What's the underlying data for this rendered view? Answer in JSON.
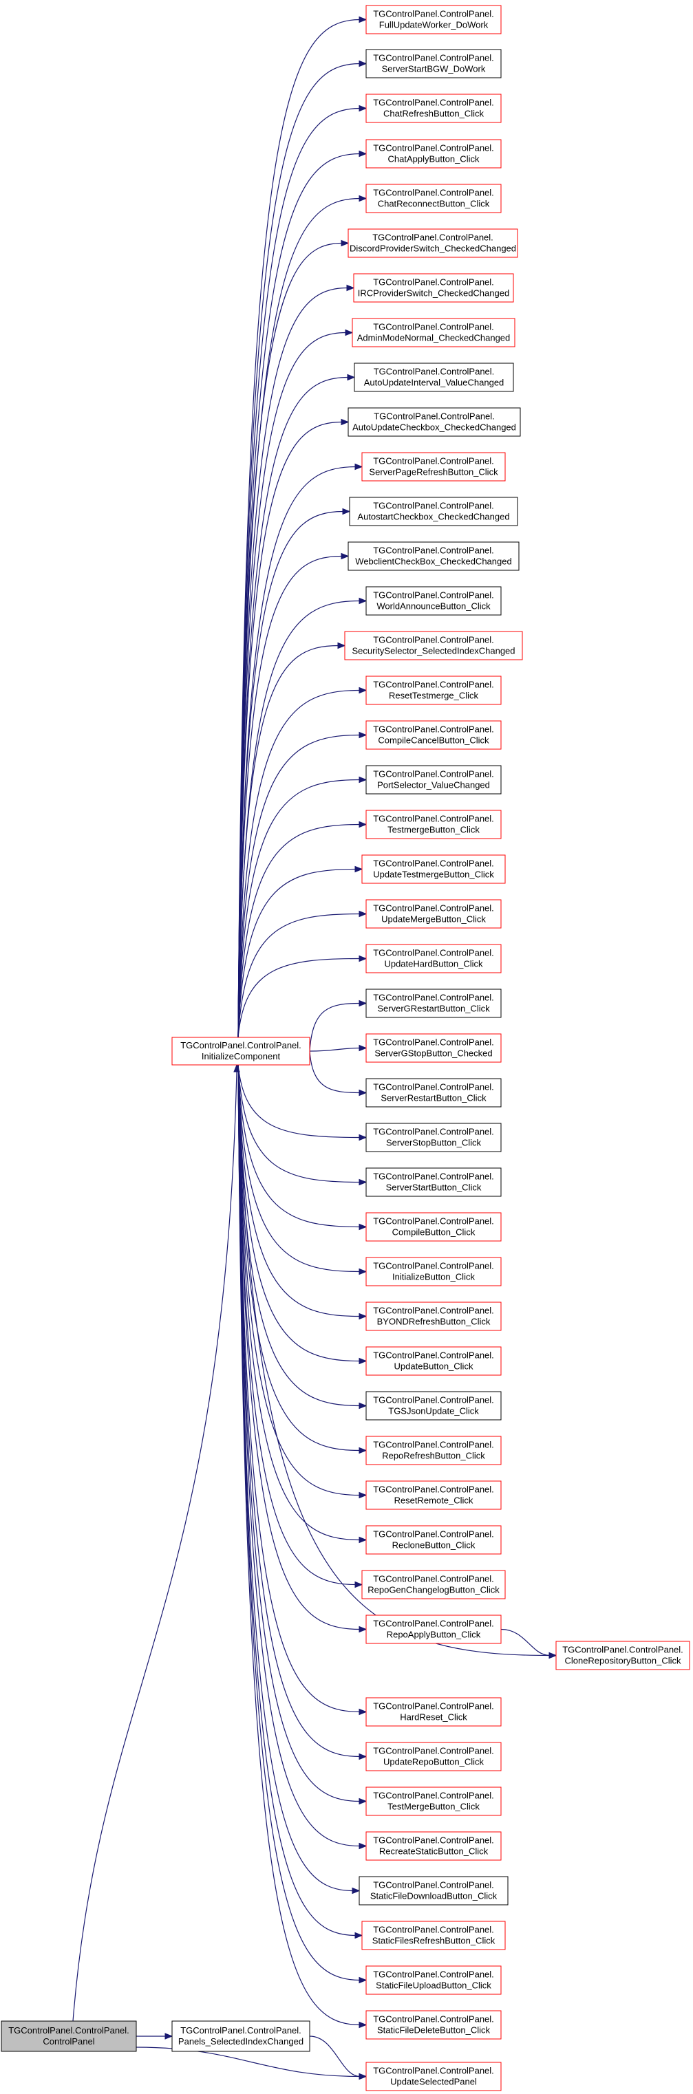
{
  "colors": {
    "edge": "#191970",
    "node_border_red": "#ff0000",
    "node_border_black": "#000000",
    "node_fill_root": "#bfbfbf",
    "node_fill": "#ffffff"
  },
  "nodes": [
    {
      "id": "n_fuw",
      "lines": [
        "TGControlPanel.ControlPanel.",
        "FullUpdateWorker_DoWork"
      ],
      "border": "red"
    },
    {
      "id": "n_ssb",
      "lines": [
        "TGControlPanel.ControlPanel.",
        "ServerStartBGW_DoWork"
      ],
      "border": "black"
    },
    {
      "id": "n_crb",
      "lines": [
        "TGControlPanel.ControlPanel.",
        "ChatRefreshButton_Click"
      ],
      "border": "red"
    },
    {
      "id": "n_cab",
      "lines": [
        "TGControlPanel.ControlPanel.",
        "ChatApplyButton_Click"
      ],
      "border": "red"
    },
    {
      "id": "n_crc",
      "lines": [
        "TGControlPanel.ControlPanel.",
        "ChatReconnectButton_Click"
      ],
      "border": "red"
    },
    {
      "id": "n_dps",
      "lines": [
        "TGControlPanel.ControlPanel.",
        "DiscordProviderSwitch_CheckedChanged"
      ],
      "border": "red"
    },
    {
      "id": "n_ips",
      "lines": [
        "TGControlPanel.ControlPanel.",
        "IRCProviderSwitch_CheckedChanged"
      ],
      "border": "red"
    },
    {
      "id": "n_amn",
      "lines": [
        "TGControlPanel.ControlPanel.",
        "AdminModeNormal_CheckedChanged"
      ],
      "border": "red"
    },
    {
      "id": "n_aui",
      "lines": [
        "TGControlPanel.ControlPanel.",
        "AutoUpdateInterval_ValueChanged"
      ],
      "border": "black"
    },
    {
      "id": "n_auc",
      "lines": [
        "TGControlPanel.ControlPanel.",
        "AutoUpdateCheckbox_CheckedChanged"
      ],
      "border": "black"
    },
    {
      "id": "n_spr",
      "lines": [
        "TGControlPanel.ControlPanel.",
        "ServerPageRefreshButton_Click"
      ],
      "border": "red"
    },
    {
      "id": "n_asc",
      "lines": [
        "TGControlPanel.ControlPanel.",
        "AutostartCheckbox_CheckedChanged"
      ],
      "border": "black"
    },
    {
      "id": "n_wcc",
      "lines": [
        "TGControlPanel.ControlPanel.",
        "WebclientCheckBox_CheckedChanged"
      ],
      "border": "black"
    },
    {
      "id": "n_wab",
      "lines": [
        "TGControlPanel.ControlPanel.",
        "WorldAnnounceButton_Click"
      ],
      "border": "black"
    },
    {
      "id": "n_sss",
      "lines": [
        "TGControlPanel.ControlPanel.",
        "SecuritySelector_SelectedIndexChanged"
      ],
      "border": "red"
    },
    {
      "id": "n_rtm",
      "lines": [
        "TGControlPanel.ControlPanel.",
        "ResetTestmerge_Click"
      ],
      "border": "red"
    },
    {
      "id": "n_ccb",
      "lines": [
        "TGControlPanel.ControlPanel.",
        "CompileCancelButton_Click"
      ],
      "border": "red"
    },
    {
      "id": "n_psv",
      "lines": [
        "TGControlPanel.ControlPanel.",
        "PortSelector_ValueChanged"
      ],
      "border": "black"
    },
    {
      "id": "n_tmb",
      "lines": [
        "TGControlPanel.ControlPanel.",
        "TestmergeButton_Click"
      ],
      "border": "red"
    },
    {
      "id": "n_utm",
      "lines": [
        "TGControlPanel.ControlPanel.",
        "UpdateTestmergeButton_Click"
      ],
      "border": "red"
    },
    {
      "id": "n_umb",
      "lines": [
        "TGControlPanel.ControlPanel.",
        "UpdateMergeButton_Click"
      ],
      "border": "red"
    },
    {
      "id": "n_uhb",
      "lines": [
        "TGControlPanel.ControlPanel.",
        "UpdateHardButton_Click"
      ],
      "border": "red"
    },
    {
      "id": "n_sgr",
      "lines": [
        "TGControlPanel.ControlPanel.",
        "ServerGRestartButton_Click"
      ],
      "border": "black"
    },
    {
      "id": "n_sgs",
      "lines": [
        "TGControlPanel.ControlPanel.",
        "ServerGStopButton_Checked"
      ],
      "border": "red"
    },
    {
      "id": "n_srb",
      "lines": [
        "TGControlPanel.ControlPanel.",
        "ServerRestartButton_Click"
      ],
      "border": "black"
    },
    {
      "id": "n_sstop",
      "lines": [
        "TGControlPanel.ControlPanel.",
        "ServerStopButton_Click"
      ],
      "border": "black"
    },
    {
      "id": "n_sstart",
      "lines": [
        "TGControlPanel.ControlPanel.",
        "ServerStartButton_Click"
      ],
      "border": "black"
    },
    {
      "id": "n_cpb",
      "lines": [
        "TGControlPanel.ControlPanel.",
        "CompileButton_Click"
      ],
      "border": "red"
    },
    {
      "id": "n_inb",
      "lines": [
        "TGControlPanel.ControlPanel.",
        "InitializeButton_Click"
      ],
      "border": "red"
    },
    {
      "id": "n_byr",
      "lines": [
        "TGControlPanel.ControlPanel.",
        "BYONDRefreshButton_Click"
      ],
      "border": "red"
    },
    {
      "id": "n_upb",
      "lines": [
        "TGControlPanel.ControlPanel.",
        "UpdateButton_Click"
      ],
      "border": "red"
    },
    {
      "id": "n_tgj",
      "lines": [
        "TGControlPanel.ControlPanel.",
        "TGSJsonUpdate_Click"
      ],
      "border": "black"
    },
    {
      "id": "n_rrb",
      "lines": [
        "TGControlPanel.ControlPanel.",
        "RepoRefreshButton_Click"
      ],
      "border": "red"
    },
    {
      "id": "n_rsr",
      "lines": [
        "TGControlPanel.ControlPanel.",
        "ResetRemote_Click"
      ],
      "border": "red"
    },
    {
      "id": "n_rcb",
      "lines": [
        "TGControlPanel.ControlPanel.",
        "RecloneButton_Click"
      ],
      "border": "red"
    },
    {
      "id": "n_rgc",
      "lines": [
        "TGControlPanel.ControlPanel.",
        "RepoGenChangelogButton_Click"
      ],
      "border": "red"
    },
    {
      "id": "n_rab",
      "lines": [
        "TGControlPanel.ControlPanel.",
        "RepoApplyButton_Click"
      ],
      "border": "red"
    },
    {
      "id": "n_clone",
      "lines": [
        "TGControlPanel.ControlPanel.",
        "CloneRepositoryButton_Click"
      ],
      "border": "red"
    },
    {
      "id": "n_hrc",
      "lines": [
        "TGControlPanel.ControlPanel.",
        "HardReset_Click"
      ],
      "border": "red"
    },
    {
      "id": "n_urb",
      "lines": [
        "TGControlPanel.ControlPanel.",
        "UpdateRepoButton_Click"
      ],
      "border": "red"
    },
    {
      "id": "n_tmg",
      "lines": [
        "TGControlPanel.ControlPanel.",
        "TestMergeButton_Click"
      ],
      "border": "red"
    },
    {
      "id": "n_rsb",
      "lines": [
        "TGControlPanel.ControlPanel.",
        "RecreateStaticButton_Click"
      ],
      "border": "red"
    },
    {
      "id": "n_sfd",
      "lines": [
        "TGControlPanel.ControlPanel.",
        "StaticFileDownloadButton_Click"
      ],
      "border": "black"
    },
    {
      "id": "n_sfr",
      "lines": [
        "TGControlPanel.ControlPanel.",
        "StaticFilesRefreshButton_Click"
      ],
      "border": "red"
    },
    {
      "id": "n_sfu",
      "lines": [
        "TGControlPanel.ControlPanel.",
        "StaticFileUploadButton_Click"
      ],
      "border": "red"
    },
    {
      "id": "n_sfdel",
      "lines": [
        "TGControlPanel.ControlPanel.",
        "StaticFileDeleteButton_Click"
      ],
      "border": "red"
    },
    {
      "id": "n_init",
      "lines": [
        "TGControlPanel.ControlPanel.",
        "InitializeComponent"
      ],
      "border": "red"
    },
    {
      "id": "n_root",
      "lines": [
        "TGControlPanel.ControlPanel.",
        "ControlPanel"
      ],
      "border": "black",
      "fill": "root"
    },
    {
      "id": "n_psic",
      "lines": [
        "TGControlPanel.ControlPanel.",
        "Panels_SelectedIndexChanged"
      ],
      "border": "black"
    },
    {
      "id": "n_usp",
      "lines": [
        "TGControlPanel.ControlPanel.",
        "UpdateSelectedPanel"
      ],
      "border": "red"
    }
  ],
  "edges": [
    [
      "n_root",
      "n_init"
    ],
    [
      "n_root",
      "n_psic"
    ],
    [
      "n_root",
      "n_usp"
    ],
    [
      "n_psic",
      "n_usp"
    ],
    [
      "n_init",
      "n_fuw"
    ],
    [
      "n_init",
      "n_ssb"
    ],
    [
      "n_init",
      "n_crb"
    ],
    [
      "n_init",
      "n_cab"
    ],
    [
      "n_init",
      "n_crc"
    ],
    [
      "n_init",
      "n_dps"
    ],
    [
      "n_init",
      "n_ips"
    ],
    [
      "n_init",
      "n_amn"
    ],
    [
      "n_init",
      "n_aui"
    ],
    [
      "n_init",
      "n_auc"
    ],
    [
      "n_init",
      "n_spr"
    ],
    [
      "n_init",
      "n_asc"
    ],
    [
      "n_init",
      "n_wcc"
    ],
    [
      "n_init",
      "n_wab"
    ],
    [
      "n_init",
      "n_sss"
    ],
    [
      "n_init",
      "n_rtm"
    ],
    [
      "n_init",
      "n_ccb"
    ],
    [
      "n_init",
      "n_psv"
    ],
    [
      "n_init",
      "n_tmb"
    ],
    [
      "n_init",
      "n_utm"
    ],
    [
      "n_init",
      "n_umb"
    ],
    [
      "n_init",
      "n_uhb"
    ],
    [
      "n_init",
      "n_sgr"
    ],
    [
      "n_init",
      "n_sgs"
    ],
    [
      "n_init",
      "n_srb"
    ],
    [
      "n_init",
      "n_sstop"
    ],
    [
      "n_init",
      "n_sstart"
    ],
    [
      "n_init",
      "n_cpb"
    ],
    [
      "n_init",
      "n_inb"
    ],
    [
      "n_init",
      "n_byr"
    ],
    [
      "n_init",
      "n_upb"
    ],
    [
      "n_init",
      "n_tgj"
    ],
    [
      "n_init",
      "n_rrb"
    ],
    [
      "n_init",
      "n_rsr"
    ],
    [
      "n_init",
      "n_rcb"
    ],
    [
      "n_init",
      "n_rgc"
    ],
    [
      "n_init",
      "n_rab"
    ],
    [
      "n_init",
      "n_clone"
    ],
    [
      "n_rab",
      "n_clone"
    ],
    [
      "n_init",
      "n_hrc"
    ],
    [
      "n_init",
      "n_urb"
    ],
    [
      "n_init",
      "n_tmg"
    ],
    [
      "n_init",
      "n_rsb"
    ],
    [
      "n_init",
      "n_sfd"
    ],
    [
      "n_init",
      "n_sfr"
    ],
    [
      "n_init",
      "n_sfu"
    ],
    [
      "n_init",
      "n_sfdel"
    ]
  ]
}
